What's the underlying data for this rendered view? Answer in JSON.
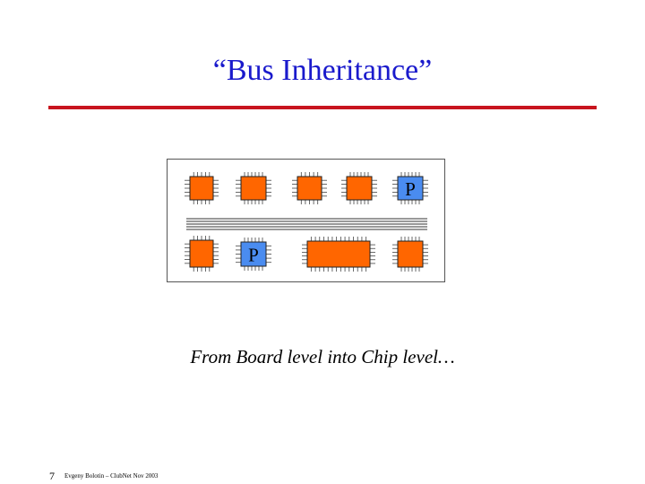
{
  "slide": {
    "title": "“Bus Inheritance”",
    "caption": "From Board level into Chip level…",
    "page_number": "7",
    "footer": "Evgeny Bolotin – ClubNet Nov 2003"
  },
  "diagram": {
    "processor_label": "P",
    "colors": {
      "chip_fill": "#ff6600",
      "processor_fill": "#4a8cf0",
      "title_color": "#1a1acc",
      "rule_color": "#c8141e"
    }
  }
}
